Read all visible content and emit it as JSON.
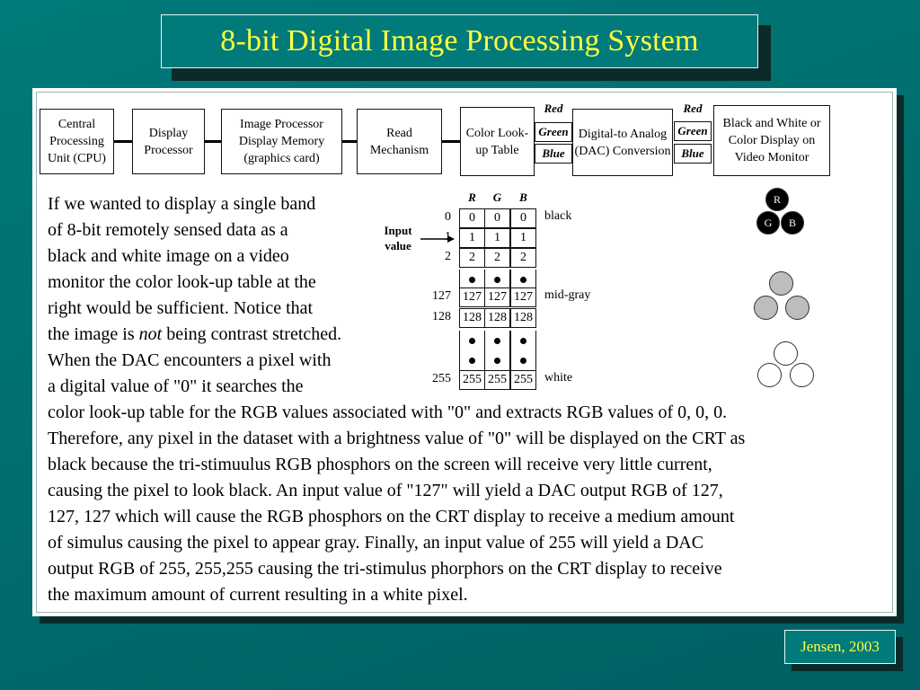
{
  "title": "8-bit Digital Image Processing System",
  "pipeline": {
    "cpu": "Central Processing Unit (CPU)",
    "display_processor": "Display Processor",
    "image_processor": "Image Processor Display Memory (graphics card)",
    "read_mechanism": "Read Mechanism",
    "lut": "Color Look-up Table",
    "dac": "Digital-to Analog (DAC) Conversion",
    "monitor": "Black and White or Color Display on Video Monitor",
    "channels": [
      "Red",
      "Green",
      "Blue"
    ]
  },
  "text": {
    "lines": [
      "If we wanted to display a single band",
      "of 8-bit remotely sensed data as a",
      "black and white image on a video",
      "monitor the color look-up table at the",
      "right would be sufficient.  Notice that"
    ],
    "line6_pre": "the image is ",
    "line6_em": "not",
    "line6_post": " being contrast stretched.",
    "lines2": [
      "When the DAC encounters a pixel with",
      "a digital value of \"0\" it searches the"
    ],
    "full_lines": [
      "color look-up table for the RGB values associated with \"0\" and extracts RGB values of 0, 0, 0.",
      "Therefore, any pixel in the dataset with a brightness value of \"0\" will be displayed on the CRT as",
      "black because the tri-stimuulus RGB phosphors on the screen will receive very little current,",
      "causing the pixel to look black.  An input value of \"127\" will yield a DAC output RGB of 127,",
      "127, 127 which will cause the RGB phosphors on the CRT display to receive a medium amount",
      "of simulus causing the pixel to appear gray.  Finally, an input value of 255 will yield a DAC",
      "output RGB of 255, 255,255 causing the tri-stimulus phorphors on the CRT display to receive",
      "the maximum amount of current resulting in a white pixel."
    ]
  },
  "lut_table": {
    "headers": [
      "R",
      "G",
      "B"
    ],
    "input_label": "Input value",
    "rows": [
      {
        "index": "0",
        "values": [
          "0",
          "0",
          "0"
        ],
        "label": "black"
      },
      {
        "index": "1",
        "values": [
          "1",
          "1",
          "1"
        ],
        "label": ""
      },
      {
        "index": "2",
        "values": [
          "2",
          "2",
          "2"
        ],
        "label": ""
      },
      {
        "index": "",
        "values": [
          "•",
          "•",
          "•"
        ],
        "label": ""
      },
      {
        "index": "127",
        "values": [
          "127",
          "127",
          "127"
        ],
        "label": "mid-gray"
      },
      {
        "index": "128",
        "values": [
          "128",
          "128",
          "128"
        ],
        "label": ""
      },
      {
        "index": "",
        "values": [
          "•",
          "•",
          "•"
        ],
        "label": ""
      },
      {
        "index": "",
        "values": [
          "•",
          "•",
          "•"
        ],
        "label": ""
      },
      {
        "index": "255",
        "values": [
          "255",
          "255",
          "255"
        ],
        "label": "white"
      }
    ]
  },
  "phosphors": {
    "labels": [
      "R",
      "G",
      "B"
    ],
    "colors": {
      "black": "#000000",
      "gray": "#bdbdbd",
      "white": "#ffffff"
    }
  },
  "footer": "Jensen, 2003",
  "colors": {
    "background": "#007a7a",
    "title_text": "#ffff40"
  }
}
